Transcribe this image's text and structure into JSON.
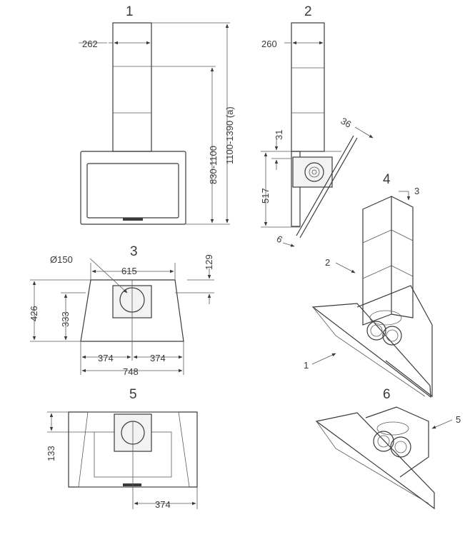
{
  "views": {
    "v1": "1",
    "v2": "2",
    "v3": "3",
    "v4": "4",
    "v5": "5",
    "v6": "6"
  },
  "dimensions": {
    "chimney_width_front": "262",
    "chimney_width_side": "260",
    "height_range": "830-1100",
    "height_range_a": "1100-1390 (a)",
    "dim_31": "31",
    "dim_36": "36",
    "dim_517": "517",
    "dim_6": "6",
    "diameter": "Ø150",
    "dim_615": "615",
    "dim_129": "129",
    "dim_426": "426",
    "dim_333": "333",
    "dim_374_left": "374",
    "dim_374_right": "374",
    "dim_748": "748",
    "dim_133": "133",
    "dim_374_bottom": "374"
  },
  "callouts": {
    "c1": "1",
    "c2": "2",
    "c3": "3",
    "c5": "5"
  }
}
